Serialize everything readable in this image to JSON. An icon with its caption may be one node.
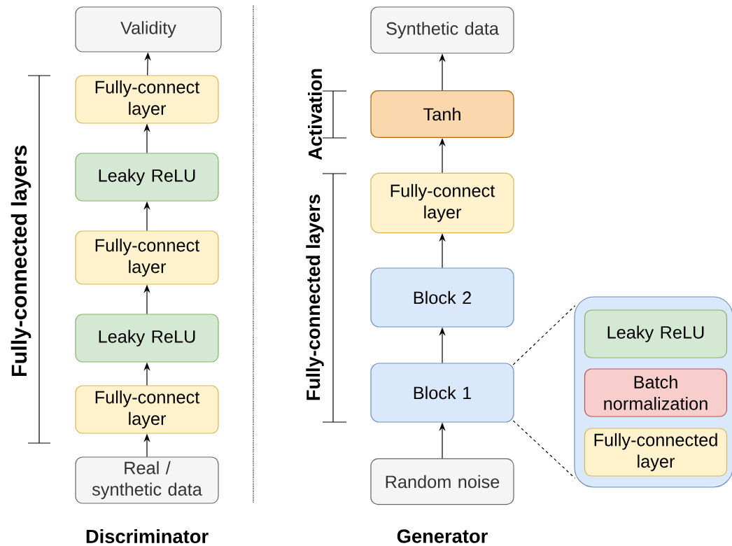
{
  "diagram": {
    "nodes": [
      {
        "text": [
          "Validity"
        ]
      },
      {
        "text": [
          "Fully-connect layer"
        ]
      },
      {
        "text": [
          "Leaky ReLU"
        ]
      },
      {
        "text": [
          "Fully-connect layer"
        ]
      },
      {
        "text": [
          "Leaky ReLU"
        ]
      },
      {
        "text": [
          "Fully-connect layer"
        ]
      },
      {
        "text": [
          "Real / synthetic data"
        ]
      },
      {
        "text": [
          "Synthetic data"
        ]
      },
      {
        "text": [
          "Tanh"
        ]
      },
      {
        "text": [
          "Fully-connect layer"
        ]
      },
      {
        "text": [
          "Block 2"
        ]
      },
      {
        "text": [
          "Block 1"
        ]
      },
      {
        "text": [
          "Random noise"
        ]
      },
      {
        "text": [],
        "shape": "box"
      },
      {
        "text": [
          "Leaky ReLU"
        ],
        "in": 13
      },
      {
        "text": [
          "Batch normalization"
        ],
        "in": 13
      },
      {
        "text": [
          "Fully-connected layer"
        ],
        "in": 13
      }
    ],
    "edges": [
      {
        "from": 6,
        "to": 5,
        "arrow": "to"
      },
      {
        "from": 5,
        "to": 4,
        "arrow": "to"
      },
      {
        "from": 4,
        "to": 3,
        "arrow": "to"
      },
      {
        "from": 3,
        "to": 2,
        "arrow": "to"
      },
      {
        "from": 2,
        "to": 1,
        "arrow": "to"
      },
      {
        "from": 1,
        "to": 0,
        "arrow": "to"
      },
      {
        "from": 12,
        "to": 11,
        "arrow": "to"
      },
      {
        "from": 11,
        "to": 10,
        "arrow": "to"
      },
      {
        "from": 10,
        "to": 9,
        "arrow": "to"
      },
      {
        "from": 9,
        "to": 8,
        "arrow": "to"
      },
      {
        "from": 8,
        "to": 7,
        "arrow": "to"
      },
      {
        "from": 11,
        "to": 13,
        "arrow": "none",
        "style": "dashed"
      },
      {
        "from": 11,
        "to": 13,
        "arrow": "none",
        "style": "dashed"
      }
    ],
    "labels": [
      "Fully-connected layers",
      "Activation",
      "Fully-connected layers",
      "Discriminator",
      "Generator"
    ]
  }
}
